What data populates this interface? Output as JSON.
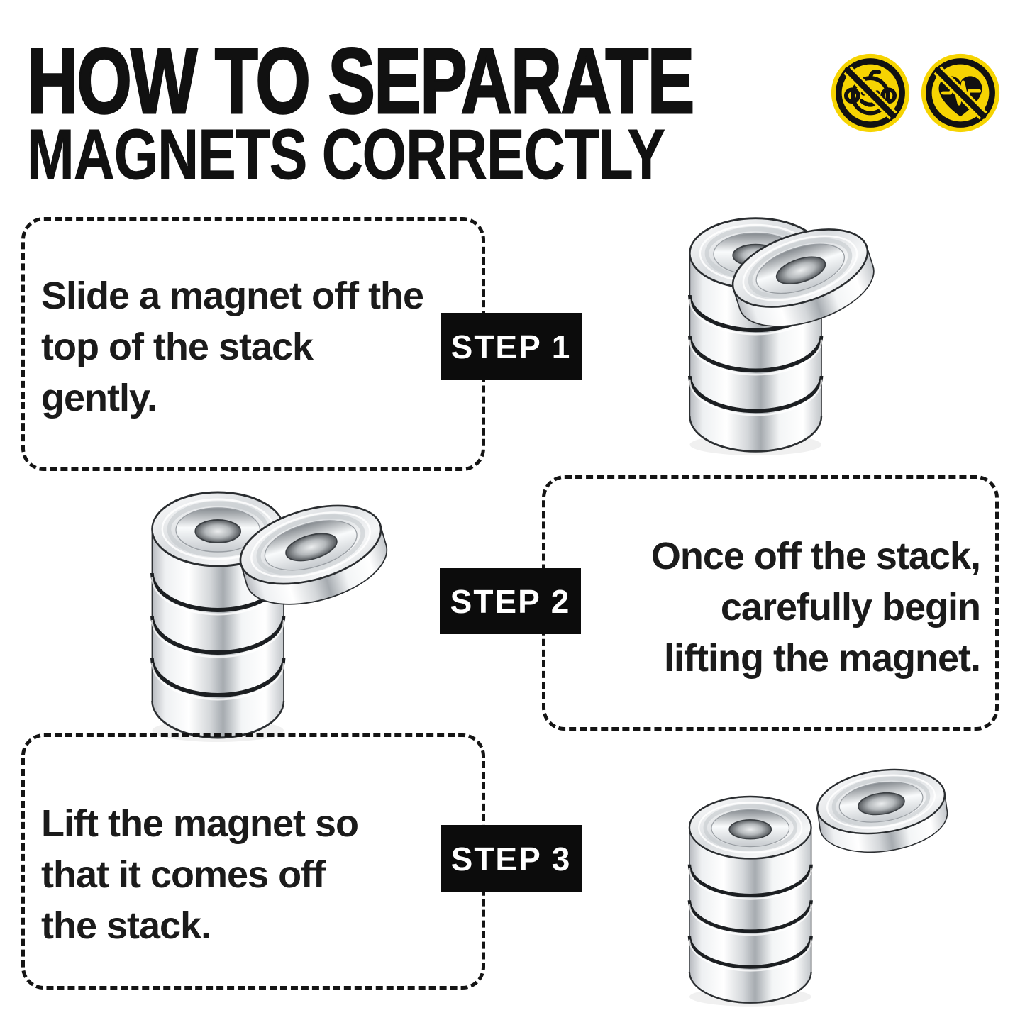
{
  "page": {
    "background": "#ffffff",
    "text_black": "#111111",
    "warning_yellow": "#F6D402"
  },
  "header": {
    "title_line1": "HOW TO SEPARATE",
    "title_line2": "MAGNETS CORRECTLY",
    "icons": [
      {
        "name": "no-children-icon",
        "meaning": "keep away from children"
      },
      {
        "name": "no-pacemaker-icon",
        "meaning": "keep away from pacemakers"
      }
    ]
  },
  "steps": [
    {
      "label": "STEP 1",
      "text": "Slide a magnet off the\ntop of the stack\ngently.",
      "image": "magnet-stack-with-top-magnet-sliding-off"
    },
    {
      "label": "STEP 2",
      "text": "Once off the stack,\ncarefully begin\nlifting the magnet.",
      "image": "magnet-stack-with-magnet-lifting-away"
    },
    {
      "label": "STEP 3",
      "text": "Lift the magnet so\nthat it comes off\nthe stack.",
      "image": "magnet-stack-with-magnet-fully-separated"
    }
  ]
}
